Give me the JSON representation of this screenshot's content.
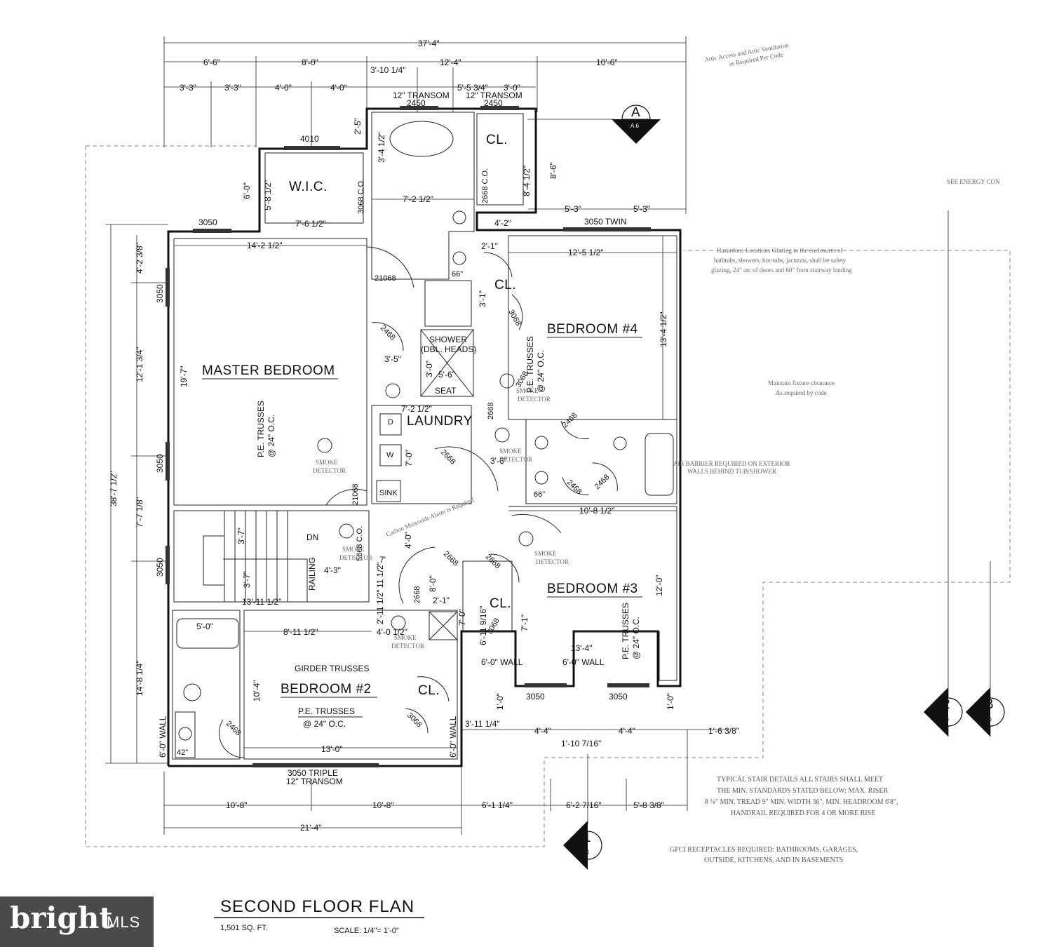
{
  "title": {
    "main": "SECOND FLOOR FLAN",
    "area": "1,501 SQ. FT.",
    "scale": "SCALE: 1/4\"= 1'-0\""
  },
  "logo": {
    "brand": "bright",
    "suffix": "MLS"
  },
  "rooms": {
    "master": "MASTER BEDROOM",
    "bed4": "BEDROOM #4",
    "bed3": "BEDROOM #3",
    "bed2": "BEDROOM #2",
    "wic": "W.I.C.",
    "laundry": "LAUNDRY",
    "cl1": "CL.",
    "cl2": "CL.",
    "cl3": "CL.",
    "cl4": "CL.",
    "shower": "SHOWER",
    "shower2": "(DBL. HEADS)",
    "seat": "SEAT",
    "dn": "DN",
    "railing": "RAILING",
    "sink": "SINK",
    "d": "D",
    "w": "W"
  },
  "labels": {
    "trusses_master_1": "P.E. TRUSSES",
    "trusses_master_2": "@ 24\" O.C.",
    "trusses_b4_1": "P.E. TRUSSES",
    "trusses_b4_2": "@ 24\" O.C.",
    "trusses_b3_1": "P.E. TRUSSES",
    "trusses_b3_2": "@ 24\" O.C.",
    "trusses_b2_1": "P.E. TRUSSES",
    "trusses_b2_2": "@ 24\" O.C.",
    "girder": "GIRDER TRUSSES",
    "wall_6_1": "6'-0\" WALL",
    "wall_6_2": "6'-0\" WALL",
    "wall_6_3": "6'-0\" WALL",
    "wall_6_4": "6'-0\" WALL",
    "transom1": "12\" TRANSOM",
    "transom2": "12\" TRANSOM",
    "triple": "3050 TRIPLE",
    "triple_transom": "12\" TRANSOM"
  },
  "windows": {
    "w4010": "4010",
    "w3050a": "3050",
    "w2450a": "2450",
    "w2450b": "2450",
    "twin": "3050 TWIN",
    "left1": "3050",
    "left2": "3050",
    "left3": "3050",
    "b3a": "3050",
    "b3b": "3050"
  },
  "doors": {
    "d21068a": "21068",
    "d21068b": "21068",
    "d2468a": "2468",
    "d2468b": "2468",
    "d2468c": "2468",
    "d2468d": "2468",
    "d2468e": "2468",
    "d2668a": "2668",
    "d2668b": "2668",
    "d2668c": "2668",
    "d2668d": "2668",
    "d2668e": "2668",
    "d3068a": "3068",
    "d3068b": "3068",
    "d3068c": "3068",
    "d3068d": "3068",
    "d2668co": "2668 C.O.",
    "d3068co": "3068 C.O.",
    "d5668co": "5668 C.O.",
    "v66a": "66\"",
    "v66b": "66\"",
    "v42": "42\""
  },
  "dims_top": {
    "overall": "37'-4\"",
    "t1": "6'-6\"",
    "t2": "8'-0\"",
    "t3": "12'-4\"",
    "t4": "10'-6\"",
    "t5": "3'-10 1/4\"",
    "s1": "3'-3\"",
    "s2": "3'-3\"",
    "s3": "4'-0\"",
    "s4": "4'-0\"",
    "s5": "5'-5 3/4\"",
    "s6": "3'-0\""
  },
  "dims_interior": {
    "i1": "14'-2 1/2\"",
    "i2": "7'-6 1/2\"",
    "i3": "7'-2 1/2\"",
    "i4": "4'-2\"",
    "i5": "5'-3\"",
    "i6": "5'-3\"",
    "i7": "12'-5 1/2\"",
    "i8": "2'-1\"",
    "i9": "3'-1\"",
    "i10": "13'-4 1/2\"",
    "i11": "6'-0\"",
    "i12": "5'-8 1/2\"",
    "i13": "2'-5\"",
    "i14": "3'-4 1/2\"",
    "i15": "8'-4 1/2\"",
    "i16": "8'-6\"",
    "i17": "19'-7\"",
    "i18": "3'-5\"",
    "i19": "3'-0\"",
    "i20": "5'-6\"",
    "i21": "7'-2 1/2\"",
    "i22": "7'-0\"",
    "i23": "3'-6\"",
    "i24": "10'-8 1/2\"",
    "i25": "4'-0\"",
    "i26": "7'",
    "i27": "4'-3\"",
    "i28": "3'-7\"",
    "i29": "3'-7\"",
    "i30": "13'-11 1/2\"",
    "i31": "11 1/2\"",
    "i32": "2'-11 1/2\"",
    "i33": "4'-0 1/2\"",
    "i34": "8'-11 1/2\"",
    "i35": "5'-0\"",
    "i36": "10'-4\"",
    "i37": "13'-0\"",
    "i38": "12'-0\"",
    "i39": "7'-1\"",
    "i40": "7'-0\"",
    "i41": "6'-11 9/16\"",
    "i42": "13'-4\"",
    "i43": "1'-0\"",
    "i44": "1'-0\"",
    "i45": "3'-11 1/4\"",
    "i46": "4'-4\"",
    "i47": "4'-4\"",
    "i48": "1'-6 3/8\"",
    "i49": "1'-10 7/16\"",
    "i50": "8'-0\"",
    "i51": "2'-1\""
  },
  "dims_left": {
    "overall": "38'-7 1/2\"",
    "l1": "4'-2 3/8\"",
    "l2": "12'-1 3/4\"",
    "l3": "7'-7 1/8\"",
    "l4": "14'-8 1/4\""
  },
  "dims_bottom": {
    "b1": "10'-8\"",
    "b2": "10'-8\"",
    "b3": "6'-1 1/4\"",
    "b4": "6'-2 7/16\"",
    "b5": "5'-8 3/8\"",
    "overall": "21'-4\""
  },
  "sections": {
    "a_letter": "A",
    "a_sheet": "A.6",
    "two_num": "2",
    "two_sheet": "A.6",
    "b_letter": "B",
    "b_sheet": "A.6",
    "one_num": "1",
    "one_sheet": "A.6"
  },
  "smoke": {
    "s1": "SMOKE",
    "s1b": "DETECTOR",
    "s2": "SMOKE",
    "s2b": "DETECTOR",
    "s3": "SMOKE",
    "s3b": "DETECTOR",
    "s4": "SMOKE",
    "s4b": "DETECTOR",
    "s5": "SMOKE",
    "s5b": "DETECTOR",
    "s6": "SMOKE",
    "s6b": "DETECTOR"
  },
  "notes": {
    "attic1": "Attic Access and Attic Ventilation",
    "attic2": "as Required Per Code",
    "energy": "SEE ENERGY CON",
    "glazing1": "Hazardous Locations Glazing in the enclosures of",
    "glazing2": "bathtubs, showers, hot-tubs, jacuzzis, shall be safety",
    "glazing3": "glazing, 24\" arc of doors and 60\" from stairway landing",
    "clear1": "Maintain fixture clearance",
    "clear2": "As required by code",
    "wall_ext1": "AIR BARRIER REQUIRED ON EXTERIOR",
    "wall_ext2": "WALLS BEHIND TUB/SHOWER",
    "carbon": "Carbon Monoxide Alarm is Required",
    "stair1": "TYPICAL STAIR DETAILS ALL STAIRS SHALL MEET",
    "stair2": "THE MIN. STANDARDS STATED BELOW: MAX. RISER",
    "stair3": "8 ¼\" MIN. TREAD 9\" MIN. WIDTH 36\", MIN. HEADROOM 6'8\",",
    "stair4": "HANDRAIL REQUIRED FOR 4 OR MORE RISE",
    "gfci1": "GFCI RECEPTACLES REQUIRED: BATHROOMS, GARAGES,",
    "gfci2": "OUTSIDE, KITCHENS, AND IN BASEMENTS"
  }
}
